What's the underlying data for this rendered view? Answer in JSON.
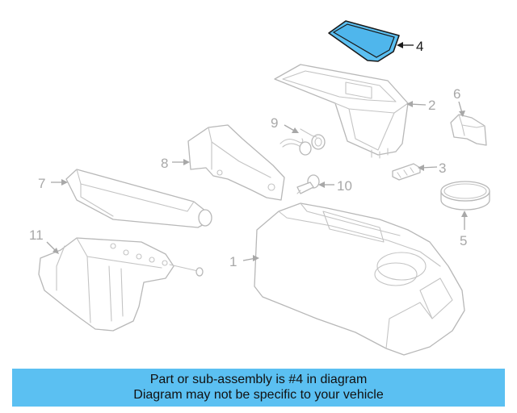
{
  "diagram": {
    "callouts": [
      {
        "id": "1",
        "label": "1"
      },
      {
        "id": "2",
        "label": "2"
      },
      {
        "id": "3",
        "label": "3"
      },
      {
        "id": "4",
        "label": "4"
      },
      {
        "id": "5",
        "label": "5"
      },
      {
        "id": "6",
        "label": "6"
      },
      {
        "id": "7",
        "label": "7"
      },
      {
        "id": "8",
        "label": "8"
      },
      {
        "id": "9",
        "label": "9"
      },
      {
        "id": "10",
        "label": "10"
      },
      {
        "id": "11",
        "label": "11"
      }
    ],
    "highlighted_part": "4",
    "highlight_color": "#5bc0f2"
  },
  "banner": {
    "line1": "Part or sub-assembly is #4 in diagram",
    "line2": "Diagram may not be specific to your vehicle",
    "background": "#5bc0f2"
  }
}
